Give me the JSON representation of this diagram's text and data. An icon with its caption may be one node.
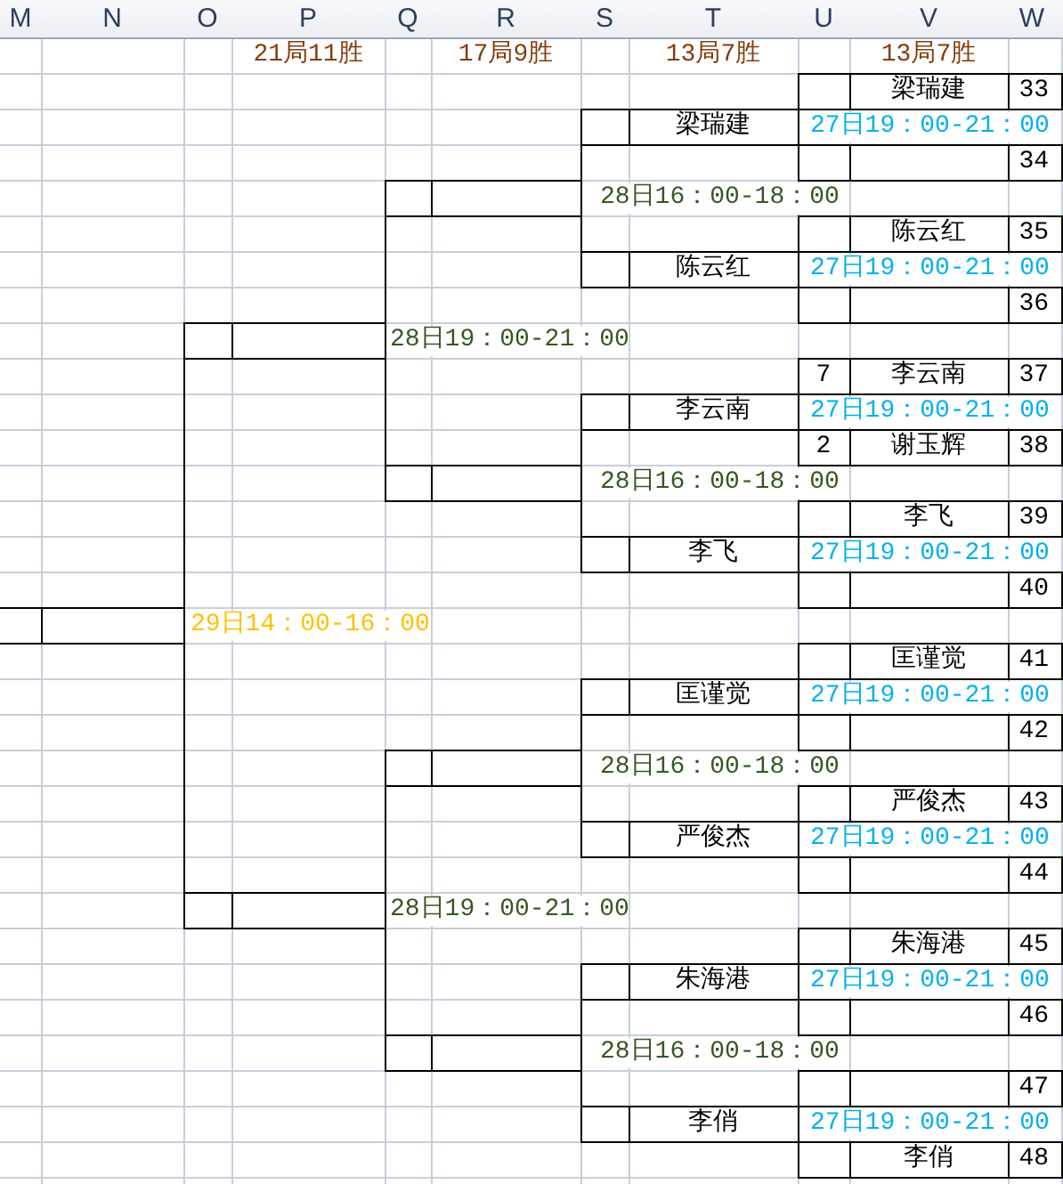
{
  "diagram": {
    "nodes": [
      {
        "text": [
          "梁瑞建",
          "33"
        ]
      },
      {
        "text": [
          "梁瑞建"
        ]
      },
      {
        "text": [
          "34"
        ]
      },
      {
        "text": [],
        "shape": "box"
      },
      {
        "text": [
          "陈云红",
          "35"
        ]
      },
      {
        "text": [
          "陈云红"
        ]
      },
      {
        "text": [
          "36"
        ]
      },
      {
        "text": [],
        "shape": "box"
      },
      {
        "text": [
          "7",
          "李云南",
          "37"
        ]
      },
      {
        "text": [
          "李云南"
        ]
      },
      {
        "text": [
          "2",
          "谢玉辉",
          "38"
        ]
      },
      {
        "text": [],
        "shape": "box"
      },
      {
        "text": [
          "李飞",
          "39"
        ]
      },
      {
        "text": [
          "李飞"
        ]
      },
      {
        "text": [
          "40"
        ]
      },
      {
        "text": [],
        "shape": "box"
      },
      {
        "text": [
          "匡谨觉",
          "41"
        ]
      },
      {
        "text": [
          "匡谨觉"
        ]
      },
      {
        "text": [
          "42"
        ]
      },
      {
        "text": [],
        "shape": "box"
      },
      {
        "text": [
          "严俊杰",
          "43"
        ]
      },
      {
        "text": [
          "严俊杰"
        ]
      },
      {
        "text": [
          "44"
        ]
      },
      {
        "text": [],
        "shape": "box"
      },
      {
        "text": [
          "朱海港",
          "45"
        ]
      },
      {
        "text": [
          "朱海港"
        ]
      },
      {
        "text": [
          "46"
        ]
      },
      {
        "text": [],
        "shape": "box"
      },
      {
        "text": [
          "47"
        ]
      },
      {
        "text": [
          "李俏"
        ]
      },
      {
        "text": [
          "李俏",
          "48"
        ]
      }
    ],
    "edges": [
      {
        "from": 1,
        "to": 3,
        "arrow": "none"
      },
      {
        "from": 5,
        "to": 3,
        "arrow": "none"
      },
      {
        "from": 3,
        "to": 7,
        "arrow": "none"
      },
      {
        "from": 11,
        "to": 7,
        "arrow": "none"
      },
      {
        "from": 9,
        "to": 11,
        "arrow": "none"
      },
      {
        "from": 13,
        "to": 11,
        "arrow": "none"
      },
      {
        "from": 7,
        "to": 15,
        "arrow": "none"
      },
      {
        "from": 23,
        "to": 15,
        "arrow": "none"
      },
      {
        "from": 17,
        "to": 19,
        "arrow": "none"
      },
      {
        "from": 21,
        "to": 19,
        "arrow": "none"
      },
      {
        "from": 19,
        "to": 23,
        "arrow": "none"
      },
      {
        "from": 27,
        "to": 23,
        "arrow": "none"
      },
      {
        "from": 25,
        "to": 27,
        "arrow": "none"
      },
      {
        "from": 29,
        "to": 27,
        "arrow": "none"
      }
    ],
    "labels": [
      "M",
      "N",
      "O",
      "P",
      "Q",
      "R",
      "S",
      "T",
      "U",
      "V",
      "W",
      "21局11胜",
      "17局9胜",
      "13局7胜",
      "13局7胜",
      "27日19：00-21：00",
      "28日16：00-18：00",
      "27日19：00-21：00",
      "28日19：00-21：00",
      "27日19：00-21：00",
      "28日16：00-18：00",
      "27日19：00-21：00",
      "29日14：00-16：00",
      "27日19：00-21：00",
      "28日16：00-18：00",
      "27日19：00-21：00",
      "28日19：00-21：00",
      "27日19：00-21：00",
      "28日16：00-18：00",
      "27日19：00-21：00"
    ]
  }
}
